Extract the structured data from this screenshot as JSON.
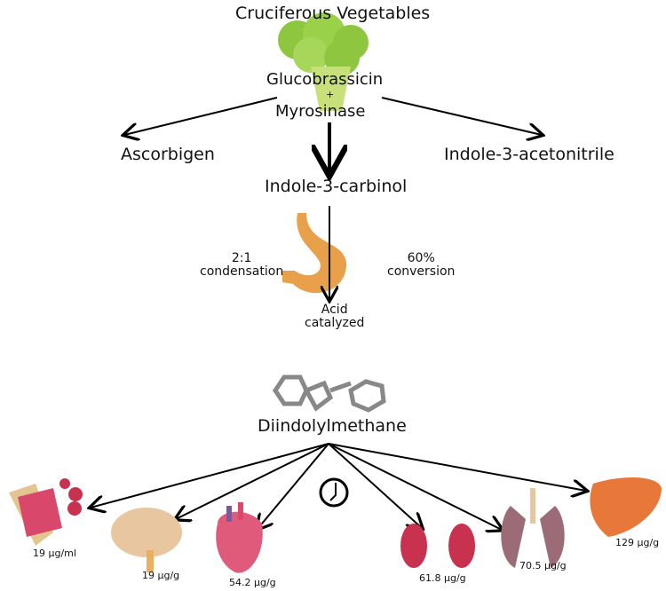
{
  "title": "Cruciferous Vegetables",
  "source": {
    "line1": "Glucobrassicin",
    "plus": "+",
    "line2": "Myrosinase"
  },
  "products": {
    "left": "Ascorbigen",
    "center": "Indole-3-carbinol",
    "right": "Indole-3-acetonitrile"
  },
  "stomach": {
    "left_label": "2:1\ncondensation",
    "right_label": "60%\nconversion",
    "bottom_label": "Acid\ncatalyzed"
  },
  "final_product": "Diindolylmethane",
  "tissues": [
    {
      "organ": "blood-vessel",
      "value": "19 µg/ml"
    },
    {
      "organ": "brain",
      "value": "19 µg/g"
    },
    {
      "organ": "heart",
      "value": "54.2 µg/g"
    },
    {
      "organ": "kidneys",
      "value": "61.8 µg/g"
    },
    {
      "organ": "lungs",
      "value": "70.5 µg/g"
    },
    {
      "organ": "liver",
      "value": "129 µg/g"
    }
  ],
  "icons": {
    "time": "clock-icon"
  },
  "colors": {
    "broccoli": "#8ec63f",
    "stomach": "#e8a04a",
    "organ_red": "#d9486a",
    "liver": "#e8773a",
    "lungs": "#9b6b78"
  }
}
